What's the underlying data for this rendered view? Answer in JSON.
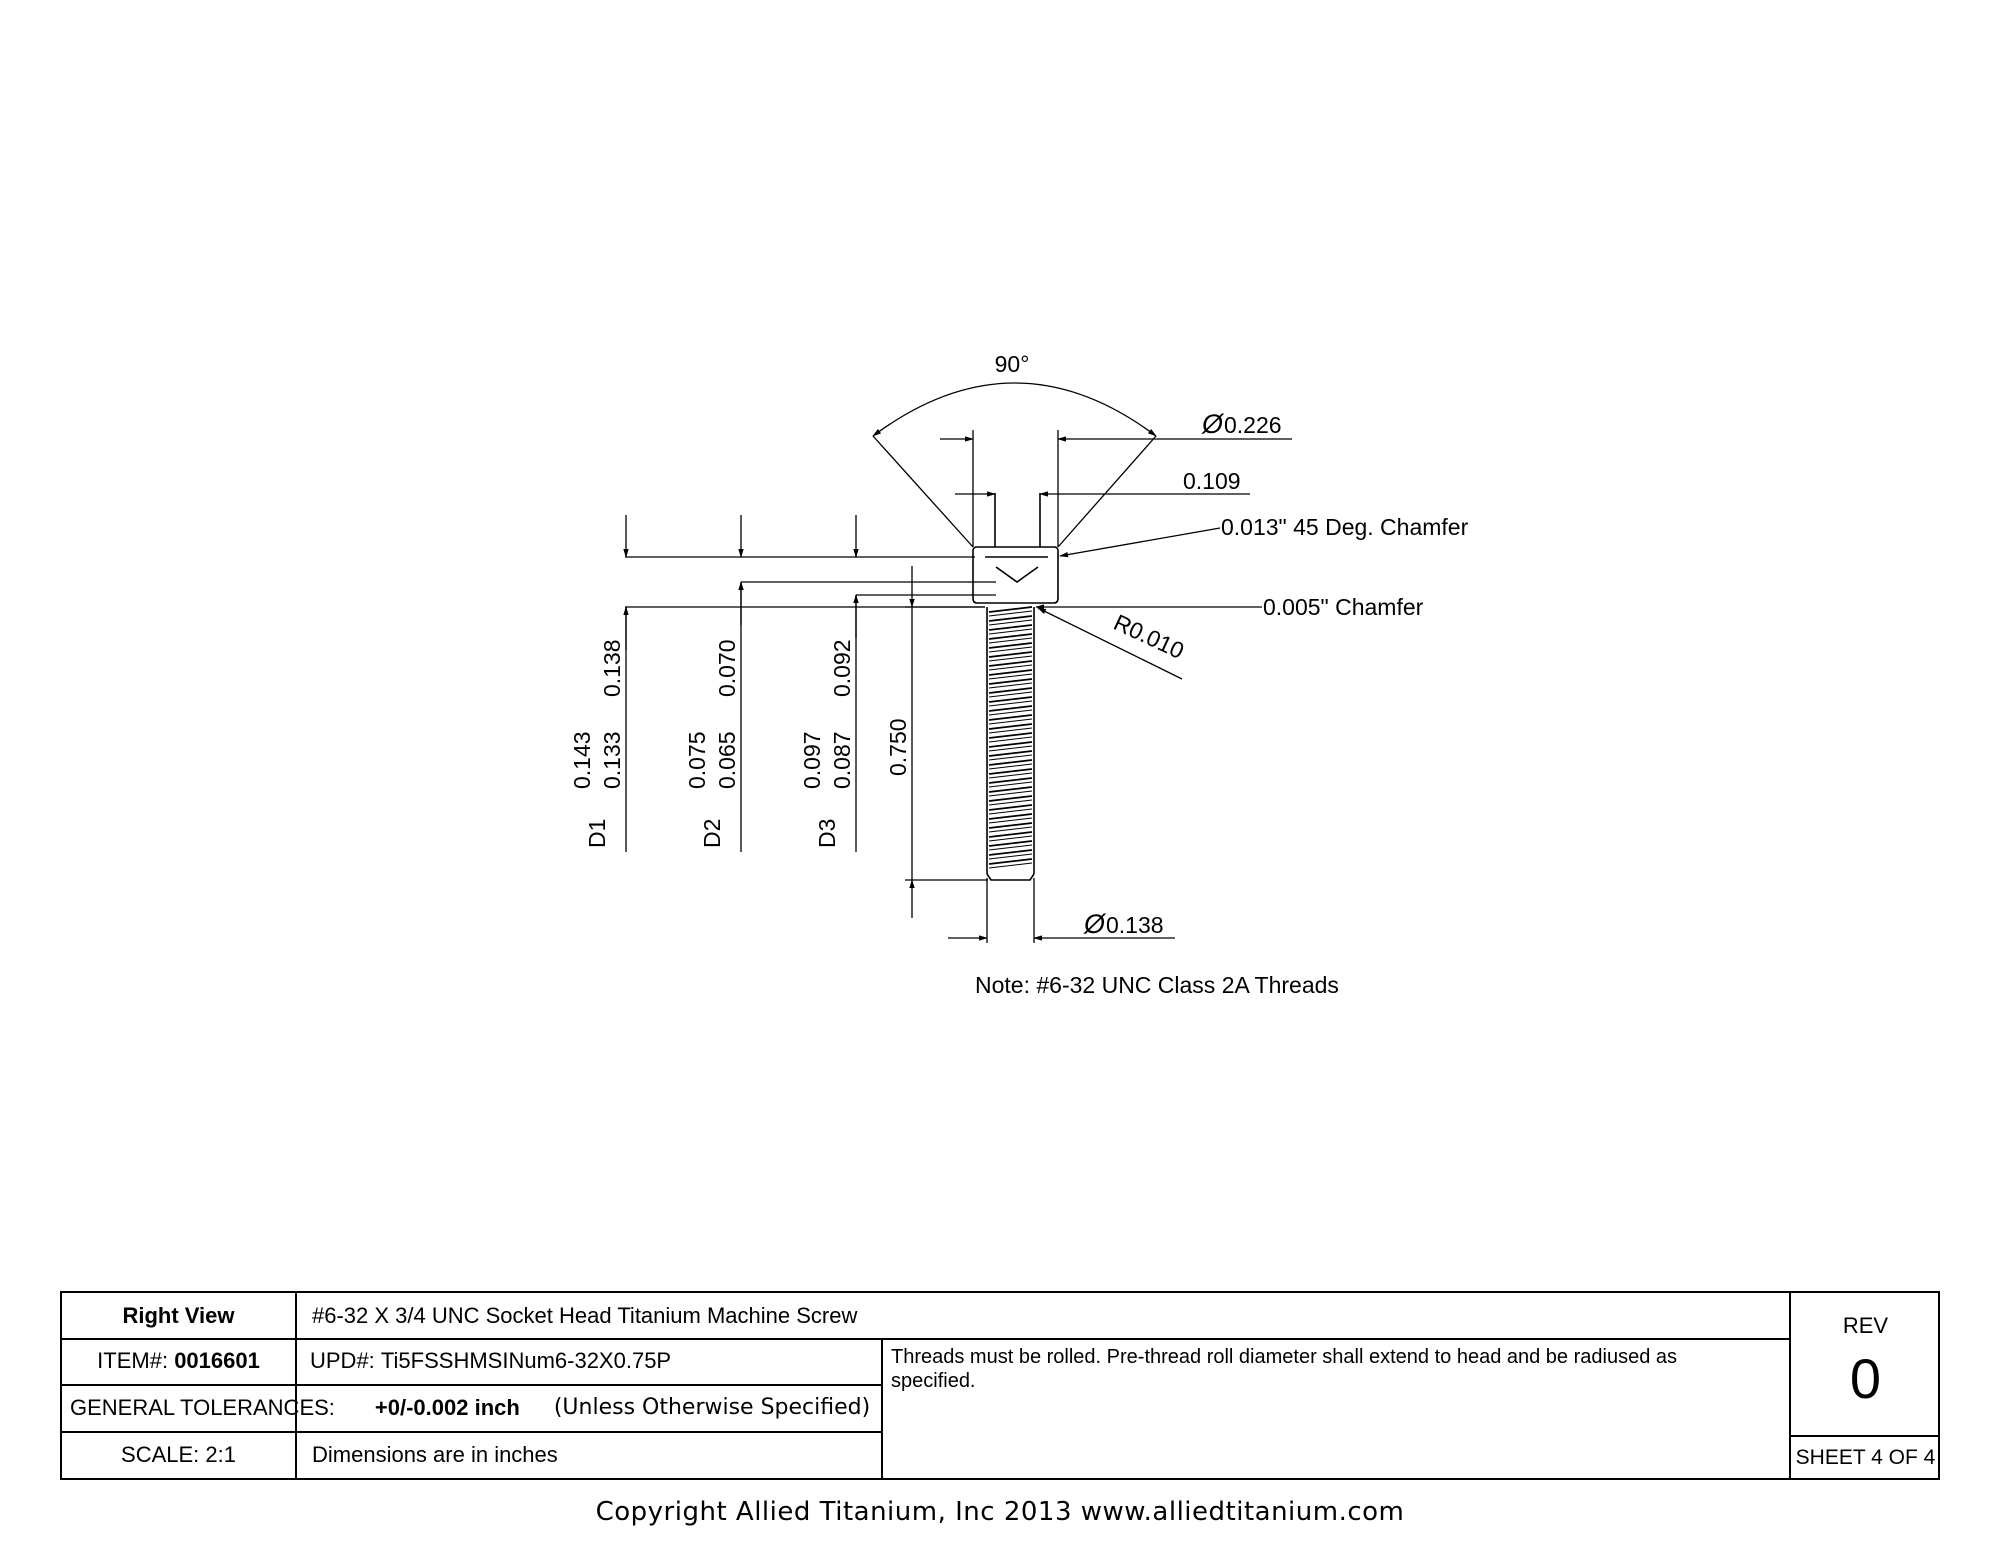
{
  "drawing": {
    "angle_label": "90°",
    "dia_head_label": "0.226",
    "dia_socket_label": "0.109",
    "chamfer_head_label": "0.013\" 45 Deg. Chamfer",
    "chamfer_shoulder_label": "0.005\" Chamfer",
    "radius_label": "R0.010",
    "dia_major_label": "0.138",
    "length_label": "0.750",
    "d1": {
      "nominal": "0.138",
      "max": "0.143",
      "min": "0.133",
      "name": "D1"
    },
    "d2": {
      "nominal": "0.070",
      "max": "0.075",
      "min": "0.065",
      "name": "D2"
    },
    "d3": {
      "nominal": "0.092",
      "max": "0.097",
      "min": "0.087",
      "name": "D3"
    },
    "note": "Note: #6-32 UNC Class 2A Threads",
    "diameter_symbol": "Ø"
  },
  "title_block": {
    "view": "Right View",
    "title": "#6-32 X 3/4 UNC Socket Head Titanium Machine Screw",
    "item_label": "ITEM#:",
    "item_value": "0016601",
    "upd_label": "UPD#:",
    "upd_value": "Ti5FSSHMSINum6-32X0.75P",
    "notes": "Threads must be rolled. Pre-thread roll diameter shall extend to head and be radiused as specified.",
    "tolerances_label": "GENERAL TOLERANCES:",
    "tolerances_value": "+0/-0.002 inch",
    "tolerances_note": "(Unless Otherwise Specified)",
    "scale": "SCALE: 2:1",
    "units": "Dimensions are in inches",
    "rev_label": "REV",
    "rev_value": "0",
    "sheet": "SHEET 4 OF 4"
  },
  "copyright": "Copyright Allied Titanium, Inc 2013 www.alliedtitanium.com"
}
